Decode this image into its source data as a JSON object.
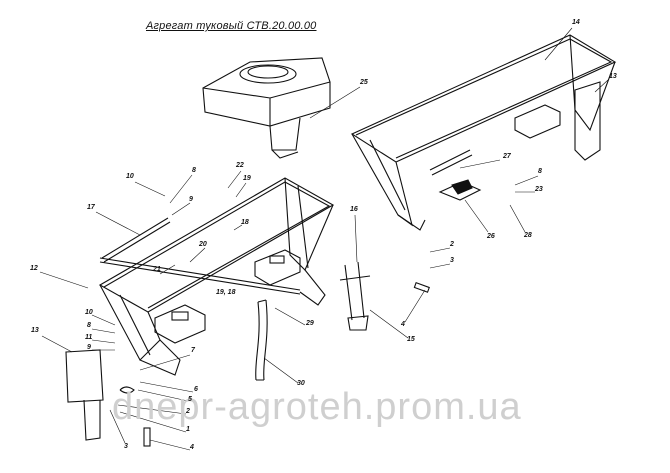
{
  "title": "Агрегат туковый СТВ.20.00.00",
  "watermark": "dnepr-agroteh.prom.ua",
  "labels": [
    "10",
    "8",
    "9",
    "17",
    "22",
    "19",
    "18",
    "20",
    "21",
    "12",
    "19, 18",
    "10",
    "8",
    "11",
    "9",
    "13",
    "7",
    "6",
    "5",
    "2",
    "1",
    "3",
    "4",
    "29",
    "30",
    "16",
    "15",
    "4",
    "2",
    "3",
    "25",
    "14",
    "13",
    "27",
    "8",
    "23",
    "26",
    "28"
  ]
}
